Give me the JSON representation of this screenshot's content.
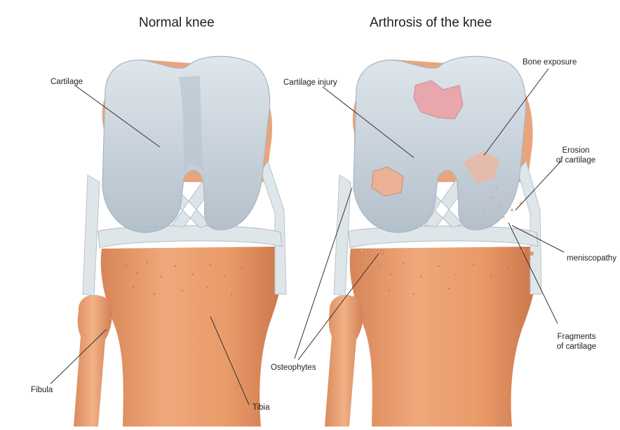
{
  "panels": {
    "normal": {
      "title": "Normal knee",
      "labels": {
        "cartilage": "Cartilage",
        "fibula": "Fibula",
        "tibia": "Tibia"
      }
    },
    "arthrosis": {
      "title": "Arthrosis of the knee",
      "labels": {
        "cartilage_injury": "Cartilage injury",
        "bone_exposure": "Bone exposure",
        "erosion_line1": "Erosion",
        "erosion_line2": "of cartilage",
        "meniscopathy": "meniscopathy",
        "fragments_line1": "Fragments",
        "fragments_line2": "of cartilage",
        "osteophytes": "Osteophytes"
      }
    }
  },
  "colors": {
    "cartilage": "#c9d3dc",
    "cartilage_highlight": "#e6ecf1",
    "bone": "#e79c6e",
    "bone_dark": "#c9764a",
    "ligament": "#dfe6ea",
    "lesion": "#e8a7ac",
    "leader_line": "#333333"
  }
}
